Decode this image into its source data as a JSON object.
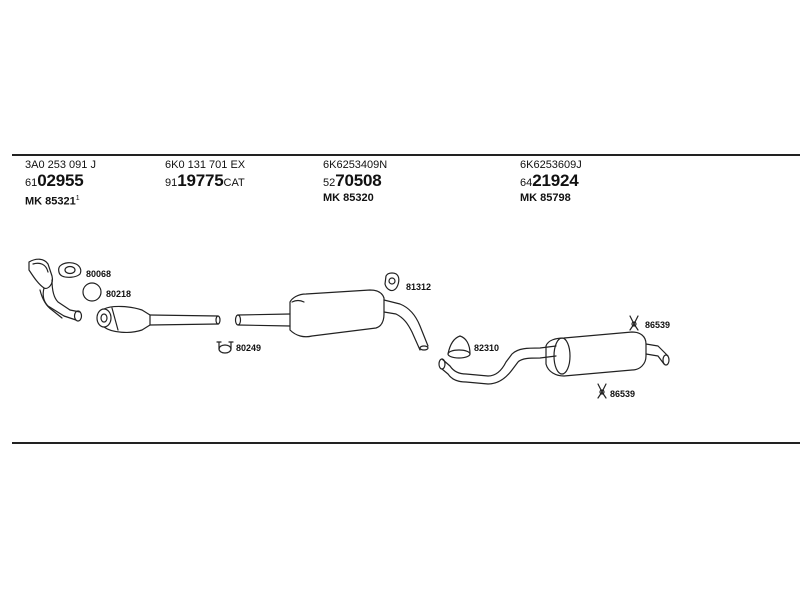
{
  "parts": [
    {
      "oe_number": "3A0 253 091 J",
      "prefix": "61",
      "main": "02955",
      "suffix": "",
      "mk": "MK 85321",
      "mk_note": "1"
    },
    {
      "oe_number": "6K0 131 701 EX",
      "prefix": "91",
      "main": "19775",
      "suffix": "CAT",
      "mk": "",
      "mk_note": ""
    },
    {
      "oe_number": "6K6253409N",
      "prefix": "52",
      "main": "70508",
      "suffix": "",
      "mk": "MK 85320",
      "mk_note": ""
    },
    {
      "oe_number": "6K6253609J",
      "prefix": "64",
      "main": "21924",
      "suffix": "",
      "mk": "MK 85798",
      "mk_note": ""
    }
  ],
  "callouts": {
    "c80068": "80068",
    "c80218": "80218",
    "c80249": "80249",
    "c81312": "81312",
    "c82310": "82310",
    "c86539a": "86539",
    "c86539b": "86539"
  }
}
